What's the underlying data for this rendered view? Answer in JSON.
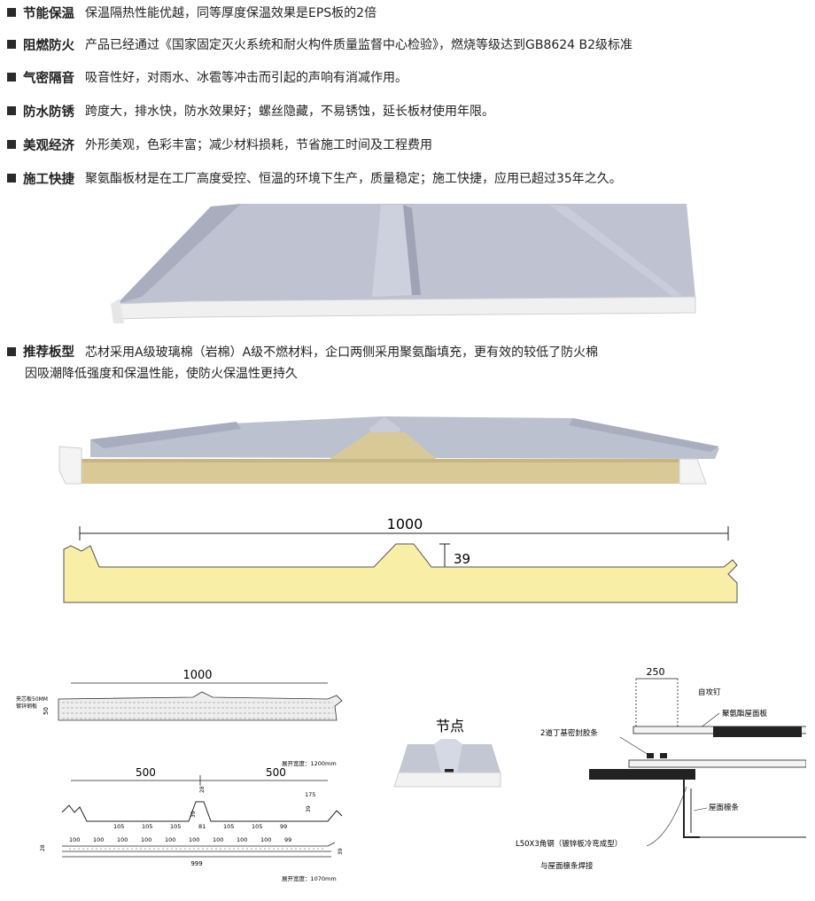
{
  "features": [
    {
      "title": "节能保温",
      "desc": "保温隔热性能优越，同等厚度保温效果是EPS板的2倍"
    },
    {
      "title": "阻燃防火",
      "desc": "产品已经通过《国家固定灭火系统和耐火构件质量监督中心检验》，燃烧等级达到GB8624 B2级标准"
    },
    {
      "title": "气密隔音",
      "desc": "吸音性好，对雨水、冰雹等冲击而引起的声响有消减作用。"
    },
    {
      "title": "防水防锈",
      "desc": "跨度大，排水快，防水效果好；螺丝隐藏，不易锈蚀，延长板材使用年限。"
    },
    {
      "title": "美观经济",
      "desc": "外形美观，色彩丰富；减少材料损耗，节省施工时间及工程费用"
    },
    {
      "title": "施工快捷",
      "desc": "聚氨酯板材是在工厂高度受控、恒温的环境下生产，质量稳定；施工快捷，应用已超过35年之久。"
    }
  ],
  "recommend": {
    "title": "推荐板型",
    "line1": "芯材采用A级玻璃棉（岩棉）A级不燃材料，企口两侧采用聚氨酯填充，更有效的较低了防火棉",
    "line2": "因吸潮降低强度和保温性能，使防火保温性更持久"
  },
  "profile_dims": {
    "width": "1000",
    "rib_height": "39"
  },
  "drawing": {
    "top_width": "1000",
    "left_label_1": "夹芯板50MM",
    "left_label_2": "镀锌钢板",
    "thickness": "50",
    "half_left": "500",
    "half_right": "500",
    "unfold_1": "展开宽度：1200mm",
    "unfold_2": "展开宽度：1070mm",
    "top_segments": [
      "105",
      "105",
      "105",
      "81",
      "105",
      "105",
      "99"
    ],
    "rib_h": "39",
    "rib_w": "28",
    "right_w": "175",
    "right_h": "39",
    "bottom_segments": [
      "100",
      "100",
      "100",
      "100",
      "100",
      "100",
      "100",
      "100",
      "100",
      "99"
    ],
    "total": "999",
    "left_h": "28",
    "right_h2": "39"
  },
  "node": {
    "title": "节点"
  },
  "install": {
    "spacing": "250",
    "screw": "自攻钉",
    "panel": "聚氨酯屋面板",
    "seal": "2道丁基密封胶条",
    "purlin": "屋面檩条",
    "angle_1": "L50X3角钢（镀锌板冷弯成型）",
    "angle_2": "与屋面檩条焊接"
  },
  "colors": {
    "panel": "#b8bdcc",
    "foam": "#f8eea6",
    "rockwool": "#d9c996",
    "core_white": "#f2f2f2"
  }
}
